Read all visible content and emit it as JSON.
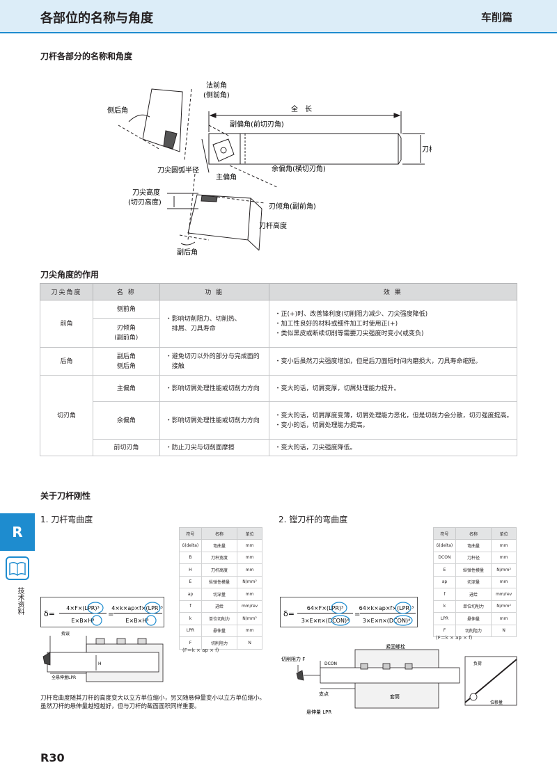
{
  "header": {
    "title": "各部位的名称与角度",
    "category": "车削篇"
  },
  "section1": {
    "title": "刀杆各部分的名称和角度",
    "labels": {
      "normal_rake": "法前角",
      "side_rake_paren": "(侧前角)",
      "side_clearance": "侧后角",
      "total_length": "全　长",
      "minor_cut_angle": "副偏角(前切刃角)",
      "shank_width": "刀杆宽度",
      "nose_radius": "刀尖圆弧半径",
      "approach_angle": "余偏角(横切刃角)",
      "major_cut_angle": "主偏角",
      "point_height": "刀尖高度",
      "point_height_paren": "(切刃高度)",
      "back_rake": "刃倾角(副前角)",
      "shank_height": "刀杆高度",
      "end_clearance": "副后角"
    }
  },
  "section2": {
    "title": "刀尖角度的作用",
    "headers": [
      "刀尖角度",
      "名 称",
      "功 能",
      "效 果"
    ],
    "groups": [
      {
        "angle": "前角",
        "rows": [
          {
            "name": "侧前角",
            "func": "",
            "effects": []
          },
          {
            "name": "刃倾角\n(副前角)",
            "func": ""
          }
        ],
        "func": "・影响切削阻力、切削热、\n　排屑、刀具寿命",
        "effects": [
          "・正(+)时、改善锋利度(切削阻力减少、刀尖强度降低)",
          "・加工性良好的材料或细件加工时使用正(+)",
          "・类似黑皮或断续切削等需要刀尖强度时变小(或变负)"
        ]
      },
      {
        "angle": "后角",
        "name": "副后角\n侧后角",
        "func": "・避免切刃以外的部分与完成面的\n　接触",
        "effects": [
          "・变小后虽然刀尖强度增加，但是后刀面短时间内磨损大，刀具寿命缩短。"
        ]
      },
      {
        "angle": "切刃角",
        "rows": [
          {
            "name": "主偏角",
            "func": "・影响切屑处理性能或切削力方向",
            "effects": [
              "・变大的话，切屑变厚，切屑处理能力提升。"
            ]
          },
          {
            "name": "余偏角",
            "func": "・影响切屑处理性能或切削力方向",
            "effects": [
              "・变大的话，切屑厚度变薄，切屑处理能力恶化，但是切削力会分散，切刃强度提高。",
              "・变小的话，切屑处理能力提高。"
            ]
          },
          {
            "name": "前切刃角",
            "func": "・防止刀尖与切削面摩擦",
            "effects": [
              "・变大的话，刀尖强度降低。"
            ]
          }
        ]
      }
    ]
  },
  "section3": {
    "title": "关于刀杆刚性",
    "sub1": "1. 刀杆弯曲度",
    "sub2": "2. 镗刀杆的弯曲度",
    "formula1_lhs": "δ=",
    "formula1_num1": "4×F×(LPR)³",
    "formula1_den1": "E×B×H³",
    "formula1_num2": "4×k×ap×f×(LPR)³",
    "formula1_den2": "E×B×H³",
    "formula2_lhs": "δ=",
    "formula2_num1": "64×F×(LPR)³",
    "formula2_den1": "3×E×π×(DCON)⁴",
    "formula2_num2": "64×k×ap×f×(LPR)³",
    "formula2_den2": "3×E×π×(DCON)⁴",
    "table1": {
      "headers": [
        "符号",
        "名称",
        "单位"
      ],
      "rows": [
        [
          "δ(delta)",
          "弯曲量",
          "mm"
        ],
        [
          "B",
          "刀杆宽度",
          "mm"
        ],
        [
          "H",
          "刀杆高度",
          "mm"
        ],
        [
          "E",
          "纵弹性模量",
          "N/mm²"
        ],
        [
          "ap",
          "切深量",
          "mm"
        ],
        [
          "f",
          "进给",
          "mm/rev"
        ],
        [
          "k",
          "单位切削力",
          "N/mm²"
        ],
        [
          "LPR",
          "悬伸量",
          "mm"
        ],
        [
          "F",
          "切削阻力",
          "N"
        ]
      ],
      "note": "(F＝k × ap × f)"
    },
    "table2": {
      "headers": [
        "符号",
        "名称",
        "单位"
      ],
      "rows": [
        [
          "δ(delta)",
          "弯曲量",
          "mm"
        ],
        [
          "DCON",
          "刀杆径",
          "mm"
        ],
        [
          "E",
          "纵弹性模量",
          "N/mm²"
        ],
        [
          "ap",
          "切深量",
          "mm"
        ],
        [
          "f",
          "进给",
          "mm/rev"
        ],
        [
          "k",
          "单位切削力",
          "N/mm²"
        ],
        [
          "LPR",
          "悬伸量",
          "mm"
        ],
        [
          "F",
          "切削阻力",
          "N"
        ]
      ],
      "note": "(F＝k × ap × f)"
    },
    "diag1": {
      "deflection": "挠误",
      "h": "H",
      "lpr": "全悬伸量LPR"
    },
    "diag2": {
      "clamp": "紧固螺栓",
      "force": "切削阻力 F",
      "dcon": "DCON",
      "fulcrum": "支点",
      "sleeve": "套筒",
      "lpr": "悬伸量 LPR",
      "load": "负荷",
      "deflect": "位移量"
    },
    "caption": "刀杆弯曲度随其刀杆的高度变大以立方单位缩小，另又随悬伸量变小以立方单位缩小。\n虽然刀杆的悬伸量越短越好，但与刀杆的截面面积同样重要。"
  },
  "sidebar": {
    "tab": "R",
    "label": "技术资料"
  },
  "footer": {
    "page": "R30"
  },
  "colors": {
    "accent": "#1e8ccf",
    "header_bg": "#dcedf8",
    "table_header": "#d9dadb"
  }
}
